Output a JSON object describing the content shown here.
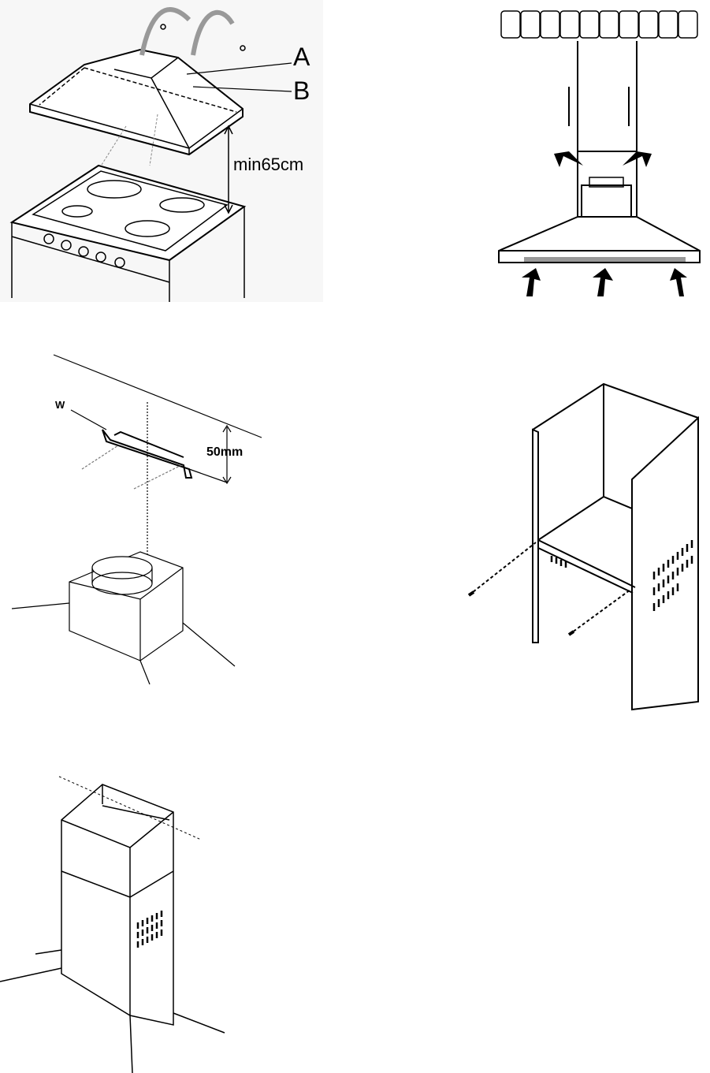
{
  "figure1": {
    "label_a": "A",
    "label_b": "B",
    "clearance": "min65cm"
  },
  "figure3": {
    "label_w": "W",
    "distance": "50mm"
  }
}
